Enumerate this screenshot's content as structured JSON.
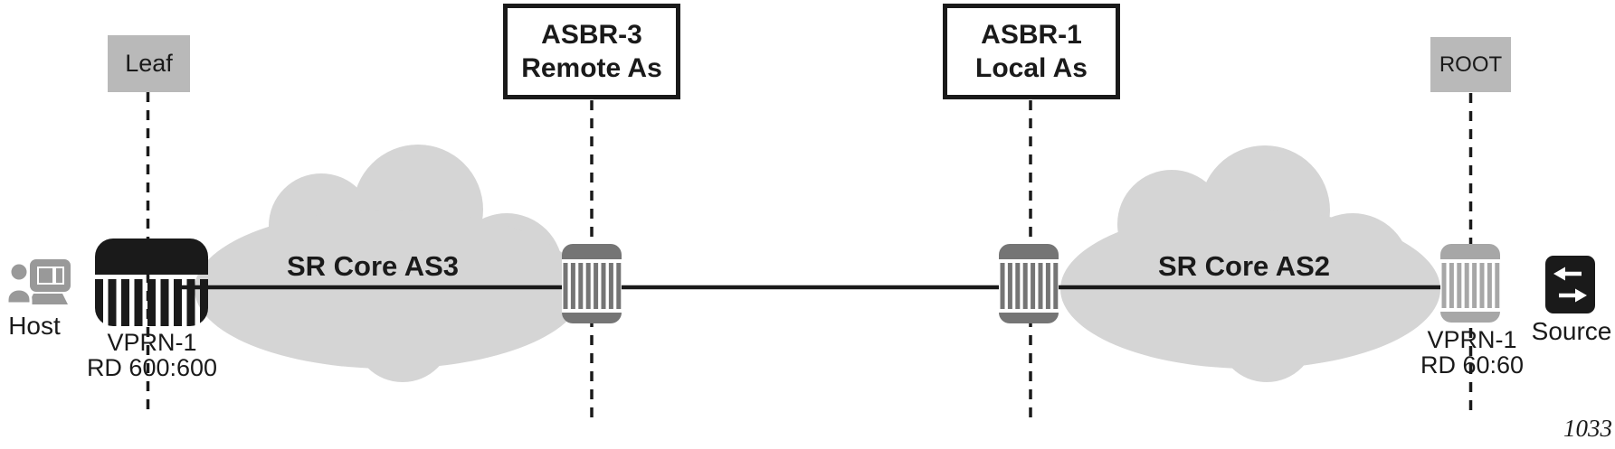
{
  "figure_number": "1033",
  "tags": {
    "leaf": "Leaf",
    "root": "ROOT"
  },
  "boxes": {
    "asbr3": {
      "line1": "ASBR-3",
      "line2": "Remote As"
    },
    "asbr1": {
      "line1": "ASBR-1",
      "line2": "Local As"
    }
  },
  "clouds": {
    "as3": {
      "label": "SR Core AS3"
    },
    "as2": {
      "label": "SR Core AS2"
    }
  },
  "nodes": {
    "host": {
      "label": "Host"
    },
    "leaf_pe": {
      "line1": "VPRN-1",
      "line2": "RD 600:600"
    },
    "root_pe": {
      "line1": "VPRN-1",
      "line2": "RD 60:60"
    },
    "source": {
      "label": "Source"
    }
  },
  "colors": {
    "ink": "#1a1a1a",
    "tag_box_bg": "#b9b9b9",
    "cloud_fill": "#d5d5d5",
    "asbr_router": "#757575",
    "pe_router_light": "#a7a7a7",
    "host_icon_gray": "#999999"
  }
}
